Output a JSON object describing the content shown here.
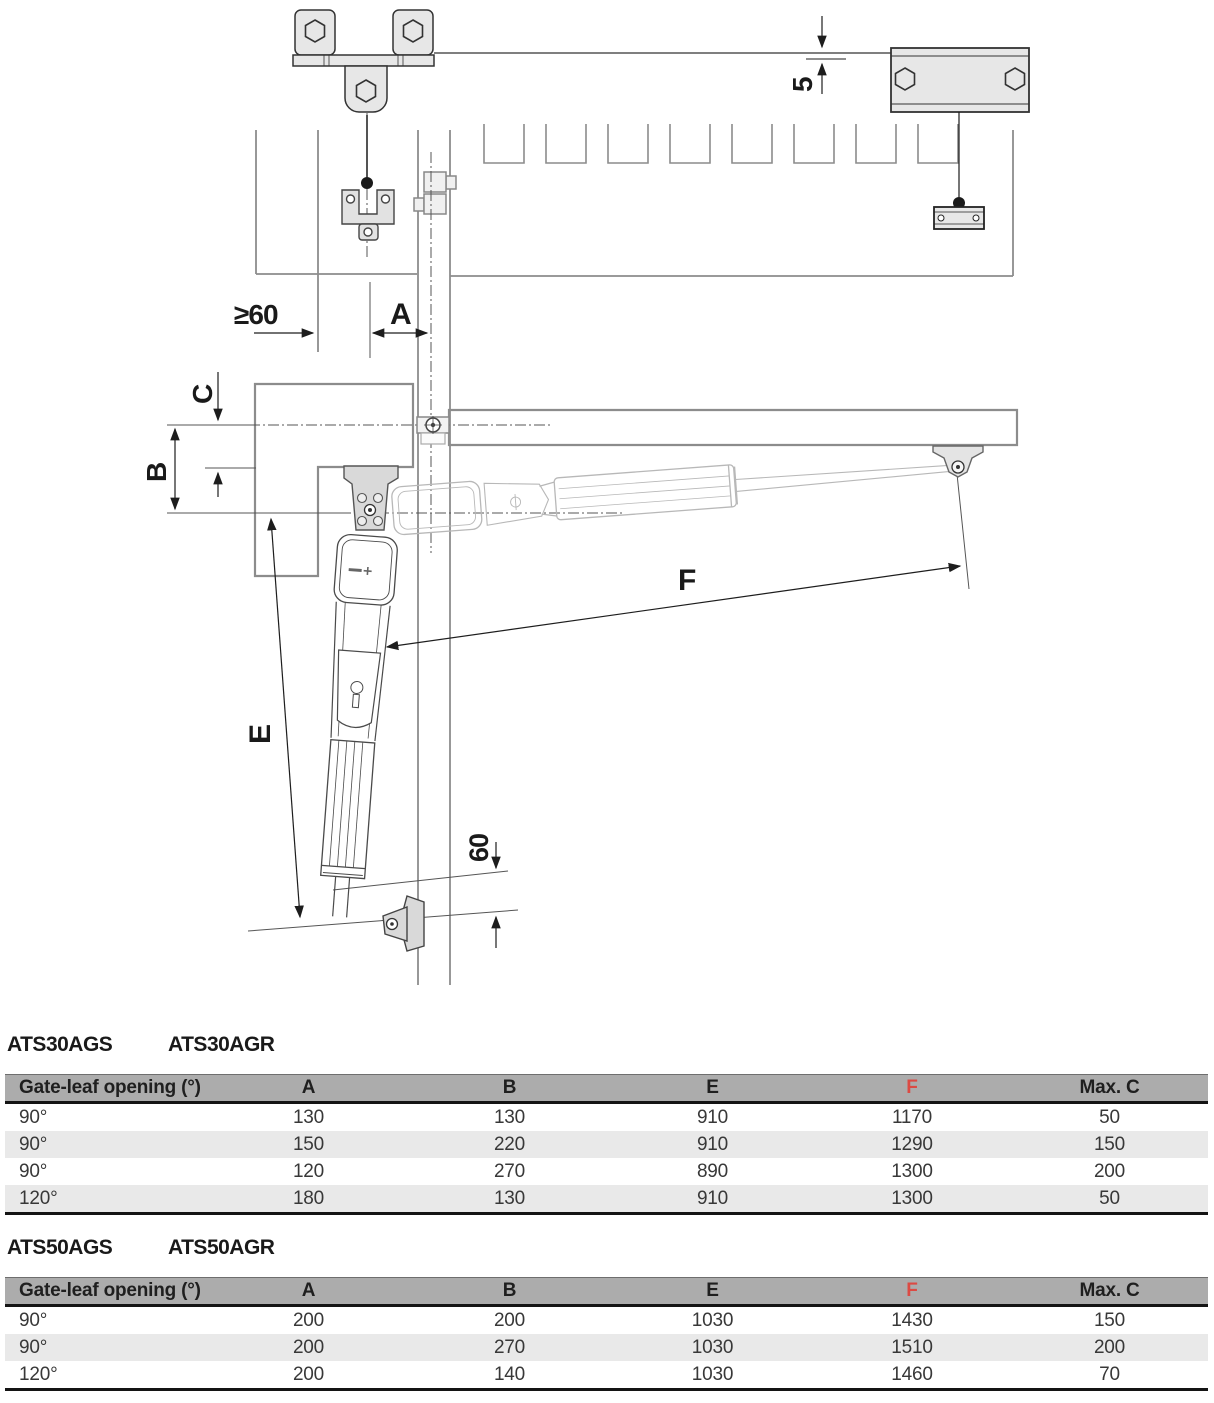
{
  "diagram": {
    "labels": {
      "min_clearance": "≥60",
      "dim_a": "A",
      "dim_5": "5",
      "dim_c": "C",
      "dim_b": "B",
      "dim_e": "E",
      "dim_f": "F",
      "dim_60": "60"
    },
    "colors": {
      "accent_red": "#dc4a43",
      "table_header_bg": "#acacac",
      "table_row_alt": "#e9e9e9",
      "structure_gray": "#8c8c8c",
      "ghost_gray": "#b8b8b8"
    },
    "icons": [
      "hex-bolt-icon",
      "hinge-axis-icon",
      "pivot-point-icon"
    ]
  },
  "tables": [
    {
      "titles": [
        "ATS30AGS",
        "ATS30AGR"
      ],
      "columns": [
        "Gate-leaf opening (°)",
        "A",
        "B",
        "E",
        "F",
        "Max. C"
      ],
      "highlight_column": "F",
      "rows": [
        [
          "90°",
          "130",
          "130",
          "910",
          "1170",
          "50"
        ],
        [
          "90°",
          "150",
          "220",
          "910",
          "1290",
          "150"
        ],
        [
          "90°",
          "120",
          "270",
          "890",
          "1300",
          "200"
        ],
        [
          "120°",
          "180",
          "130",
          "910",
          "1300",
          "50"
        ]
      ]
    },
    {
      "titles": [
        "ATS50AGS",
        "ATS50AGR"
      ],
      "columns": [
        "Gate-leaf opening (°)",
        "A",
        "B",
        "E",
        "F",
        "Max. C"
      ],
      "highlight_column": "F",
      "rows": [
        [
          "90°",
          "200",
          "200",
          "1030",
          "1430",
          "150"
        ],
        [
          "90°",
          "200",
          "270",
          "1030",
          "1510",
          "200"
        ],
        [
          "120°",
          "200",
          "140",
          "1030",
          "1460",
          "70"
        ]
      ]
    }
  ]
}
